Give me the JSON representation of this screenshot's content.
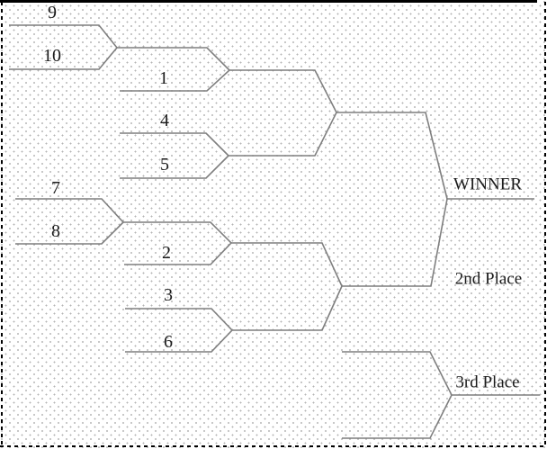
{
  "diagram": {
    "kind": "single-elimination tournament bracket",
    "competitors": [
      "9",
      "10",
      "1",
      "4",
      "5",
      "7",
      "8",
      "2",
      "3",
      "6"
    ]
  },
  "seeds": {
    "s9": "9",
    "s10": "10",
    "s1": "1",
    "s4": "4",
    "s5": "5",
    "s7": "7",
    "s8": "8",
    "s2": "2",
    "s3": "3",
    "s6": "6"
  },
  "placements": {
    "winner": "WINNER",
    "second": "2nd Place",
    "third": "3rd Place"
  },
  "structure": {
    "play_in_matches": [
      [
        "9",
        "10"
      ],
      [
        "7",
        "8"
      ]
    ],
    "second_round_matches": [
      [
        "winner 9-10",
        "1"
      ],
      [
        "4",
        "5"
      ],
      [
        "winner 7-8",
        "2"
      ],
      [
        "3",
        "6"
      ]
    ],
    "semifinal_matches": [
      [
        "winner (9/10 v 1)",
        "winner (4 v 5)"
      ],
      [
        "winner (7/8 v 2)",
        "winner (3 v 6)"
      ]
    ],
    "final_outputs": [
      "WINNER",
      "2nd Place"
    ],
    "consolation_output": "3rd Place"
  },
  "colors": {
    "line": "#7f7f7f",
    "text": "#1b1b1b",
    "border": "#000000",
    "background": "#ffffff",
    "background_dot": "#b5b5b5"
  }
}
